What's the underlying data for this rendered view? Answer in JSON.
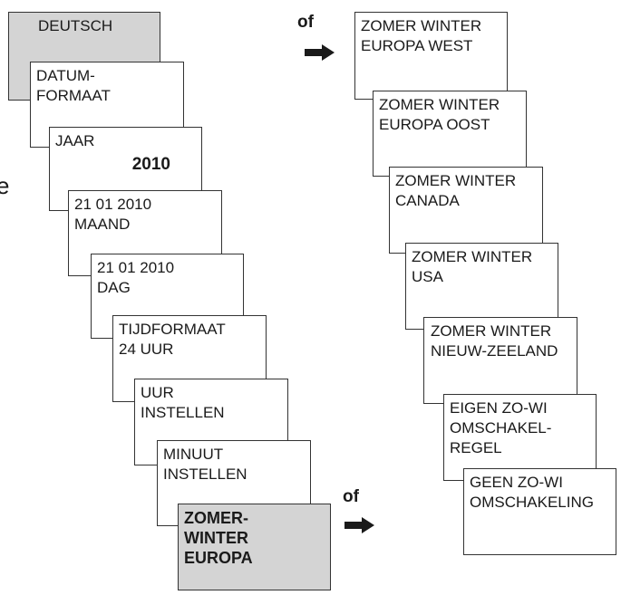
{
  "left_column": [
    {
      "lines": [
        "DEUTSCH"
      ],
      "shaded": true
    },
    {
      "lines": [
        "DATUM-",
        "FORMAAT"
      ],
      "shaded": false
    },
    {
      "lines": [
        "JAAR"
      ],
      "value": "2010",
      "shaded": false
    },
    {
      "lines": [
        "21 01 2010",
        "MAAND"
      ],
      "shaded": false
    },
    {
      "lines": [
        "21 01 2010",
        "DAG"
      ],
      "shaded": false
    },
    {
      "lines": [
        "TIJDFORMAAT",
        "24 UUR"
      ],
      "shaded": false
    },
    {
      "lines": [
        "UUR",
        "INSTELLEN"
      ],
      "shaded": false
    },
    {
      "lines": [
        "MINUUT",
        "INSTELLEN"
      ],
      "shaded": false
    },
    {
      "lines": [
        "ZOMER-",
        "WINTER",
        "EUROPA"
      ],
      "shaded": true
    }
  ],
  "right_column": [
    {
      "lines": [
        "ZOMER WINTER",
        "EUROPA WEST"
      ]
    },
    {
      "lines": [
        "ZOMER WINTER",
        "EUROPA OOST"
      ]
    },
    {
      "lines": [
        "ZOMER WINTER",
        "CANADA"
      ]
    },
    {
      "lines": [
        "ZOMER WINTER",
        "USA"
      ]
    },
    {
      "lines": [
        "ZOMER WINTER",
        "NIEUW-ZEELAND"
      ]
    },
    {
      "lines": [
        "EIGEN ZO-WI",
        "OMSCHAKEL-",
        "REGEL"
      ]
    },
    {
      "lines": [
        "GEEN ZO-WI",
        "OMSCHAKELING"
      ]
    }
  ],
  "connectors": {
    "top_of": "of",
    "bottom_of": "of"
  },
  "edge_text": "e",
  "colors": {
    "border": "#333333",
    "shaded": "#d4d4d4",
    "text": "#1a1a1a"
  }
}
